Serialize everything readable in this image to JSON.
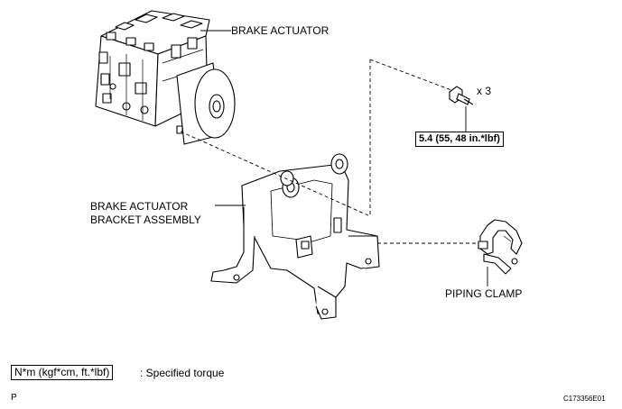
{
  "labels": {
    "brake_actuator": "BRAKE ACTUATOR",
    "bracket_line1": "BRAKE ACTUATOR",
    "bracket_line2": "BRACKET ASSEMBLY",
    "piping_clamp": "PIPING CLAMP",
    "bolt_qty": "x 3"
  },
  "torque": {
    "value": "5.4 (55, 48 in.*lbf)"
  },
  "legend": {
    "box_text": "N*m (kgf*cm, ft.*lbf)",
    "description": ": Specified torque"
  },
  "footer": {
    "left_code": "P",
    "figure_id": "C173356E01"
  }
}
